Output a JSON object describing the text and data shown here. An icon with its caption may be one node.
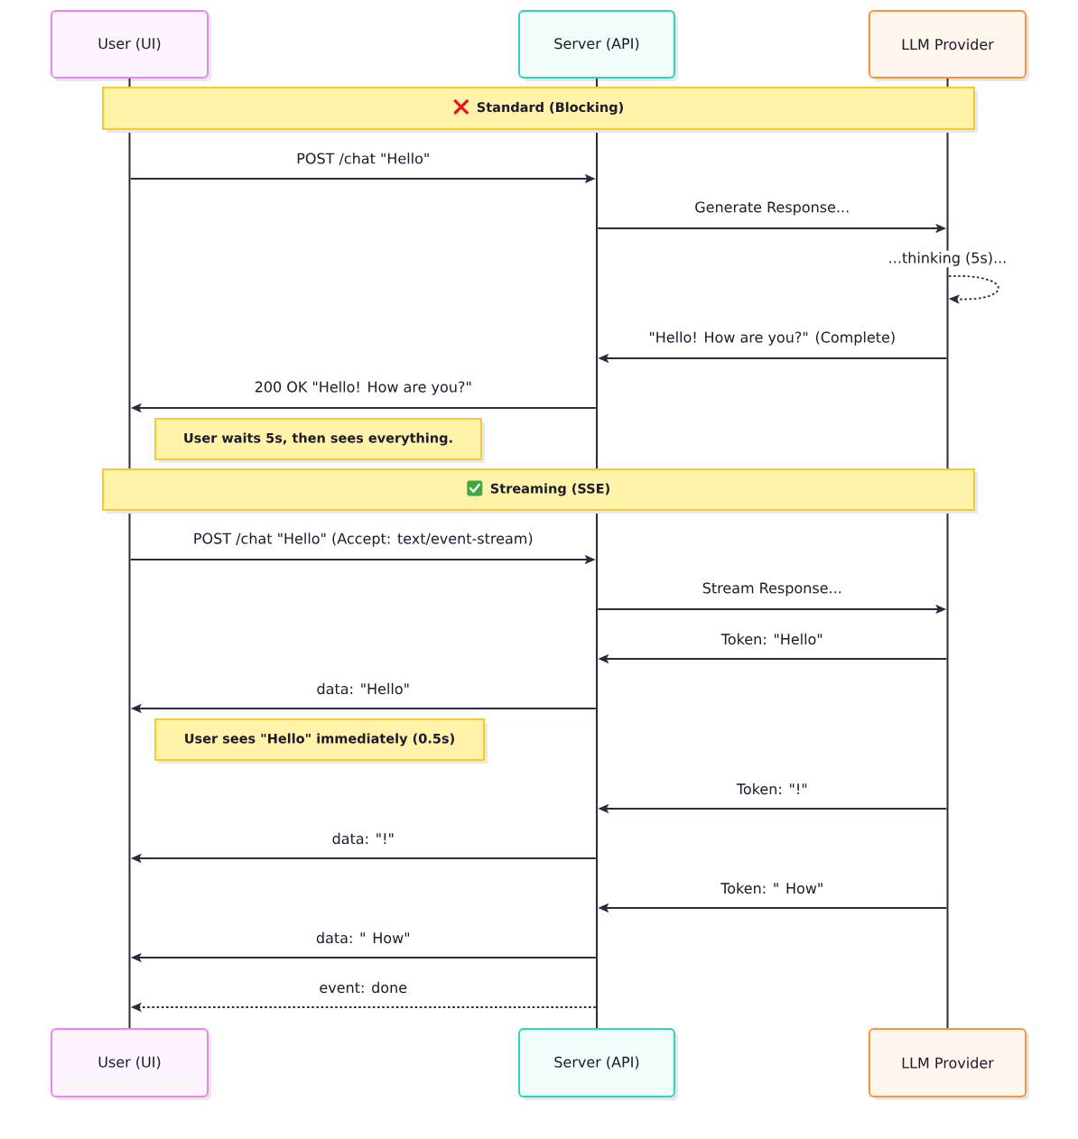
{
  "diagram": {
    "nodes": [
      {
        "text": [
          "User (UI)"
        ]
      },
      {
        "text": [
          "Server (API)"
        ]
      },
      {
        "text": [
          "LLM Provider"
        ]
      },
      {
        "text": [],
        "shape": "bar"
      },
      {
        "text": [],
        "shape": "bar"
      },
      {
        "text": [],
        "shape": "bar"
      },
      {
        "text": [
          "Standard (Blocking)"
        ]
      },
      {
        "text": [
          "User waits 5s, then sees everything."
        ]
      },
      {
        "text": [
          "Streaming (SSE)"
        ]
      },
      {
        "text": [
          "User sees \"Hello\" immediately (0.5s)"
        ]
      },
      {
        "text": [
          "User (UI)"
        ]
      },
      {
        "text": [
          "Server (API)"
        ]
      },
      {
        "text": [
          "LLM Provider"
        ]
      }
    ],
    "edges": [
      {
        "from": 3,
        "to": 4,
        "arrow": "to",
        "label": "POST /chat \"Hello\""
      },
      {
        "from": 4,
        "to": 5,
        "arrow": "to",
        "label": "Generate Response..."
      },
      {
        "from": 5,
        "to": 5,
        "arrow": "to",
        "label": "...thinking (5s)...",
        "style": "dashed"
      },
      {
        "from": 5,
        "to": 4,
        "arrow": "to",
        "label": "\"Hello! How are you?\" (Complete)"
      },
      {
        "from": 4,
        "to": 3,
        "arrow": "to",
        "label": "200 OK \"Hello! How are you?\""
      },
      {
        "from": 3,
        "to": 4,
        "arrow": "to",
        "label": "POST /chat \"Hello\" (Accept: text/event-stream)"
      },
      {
        "from": 4,
        "to": 5,
        "arrow": "to",
        "label": "Stream Response..."
      },
      {
        "from": 5,
        "to": 4,
        "arrow": "to",
        "label": "Token: \"Hello\""
      },
      {
        "from": 4,
        "to": 3,
        "arrow": "to",
        "label": "data: \"Hello\""
      },
      {
        "from": 5,
        "to": 4,
        "arrow": "to",
        "label": "Token: \"!\""
      },
      {
        "from": 4,
        "to": 3,
        "arrow": "to",
        "label": "data: \"!\""
      },
      {
        "from": 5,
        "to": 4,
        "arrow": "to",
        "label": "Token: \" How\""
      },
      {
        "from": 4,
        "to": 3,
        "arrow": "to",
        "label": "data: \" How\""
      },
      {
        "from": 4,
        "to": 3,
        "arrow": "to",
        "label": "event: done",
        "style": "dashed"
      }
    ]
  }
}
